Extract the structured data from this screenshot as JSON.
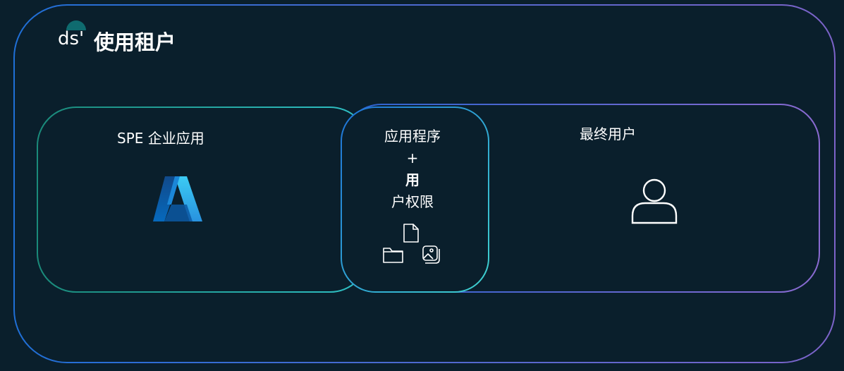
{
  "title": {
    "prefix": "ds'",
    "text": "使用租户"
  },
  "left_box": {
    "label": "SPE 企业应用",
    "icon": "azure-logo"
  },
  "center_box": {
    "line1": "应用程序",
    "line2": "+",
    "line3": "用",
    "line4": "户权限",
    "icons": [
      "file-icon",
      "folder-icon",
      "image-icon"
    ]
  },
  "right_box": {
    "label": "最终用户",
    "icon": "user-icon"
  },
  "colors": {
    "background": "#0a1f2c",
    "outer_border_start": "#1f6fd6",
    "outer_border_end": "#7c63c9",
    "left_border_start": "#1a8a7a",
    "left_border_end": "#2fc1c6",
    "right_border_start": "#2a64d1",
    "right_border_end": "#8a6ad1",
    "center_border_start": "#1e73d8",
    "center_border_end": "#3fd3cf",
    "azure_light": "#3aa7f0",
    "azure_dark": "#0d5aa8",
    "cap": "#0f6b6f"
  }
}
